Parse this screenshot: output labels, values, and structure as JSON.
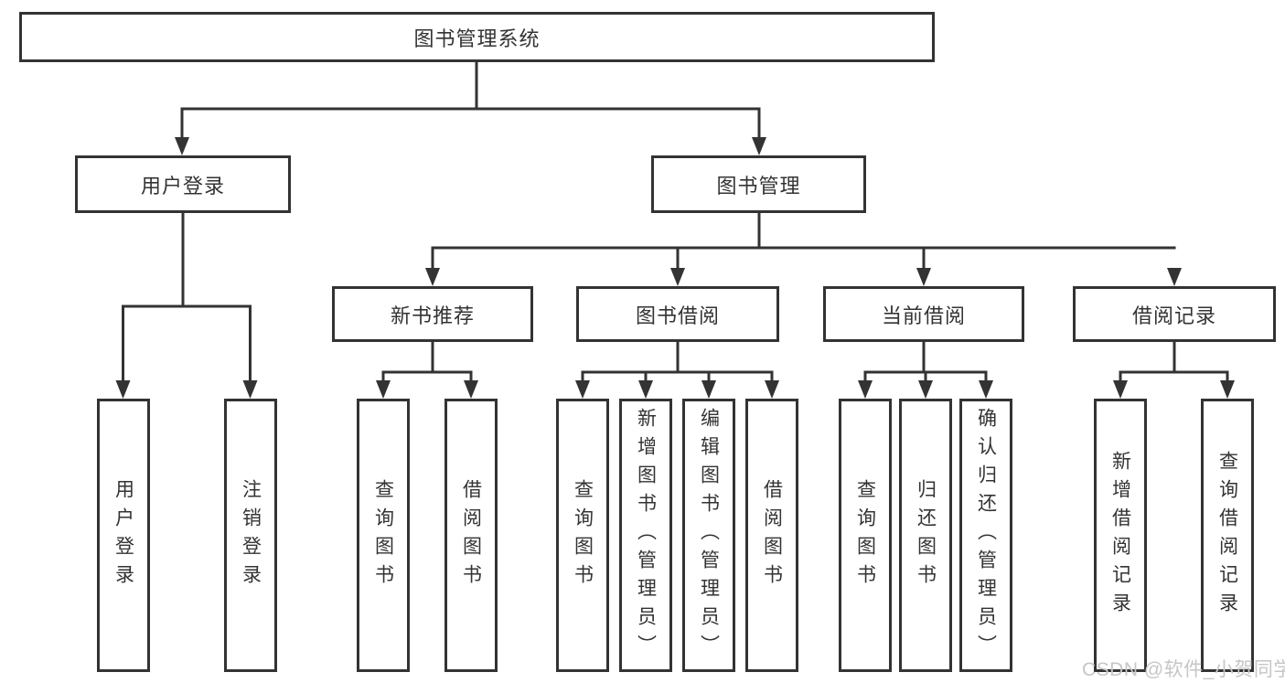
{
  "diagram": {
    "root": {
      "label": "图书管理系统",
      "children": [
        {
          "label": "用户登录",
          "children": [
            {
              "label": "用户登录"
            },
            {
              "label": "注销登录"
            }
          ]
        },
        {
          "label": "图书管理",
          "children": [
            {
              "label": "新书推荐",
              "children": [
                {
                  "label": "查询图书"
                },
                {
                  "label": "借阅图书"
                }
              ]
            },
            {
              "label": "图书借阅",
              "children": [
                {
                  "label": "查询图书"
                },
                {
                  "label": "新增图书（管理员）"
                },
                {
                  "label": "编辑图书（管理员）"
                },
                {
                  "label": "借阅图书"
                }
              ]
            },
            {
              "label": "当前借阅",
              "children": [
                {
                  "label": "查询图书"
                },
                {
                  "label": "归还图书"
                },
                {
                  "label": "确认归还（管理员）"
                }
              ]
            },
            {
              "label": "借阅记录",
              "children": [
                {
                  "label": "新增借阅记录"
                },
                {
                  "label": "查询借阅记录"
                }
              ]
            }
          ]
        }
      ]
    }
  },
  "watermark": {
    "text": "CSDN @软件_小贺同学"
  },
  "colors": {
    "line": "#333333",
    "box_border": "#333333",
    "box_fill": "#ffffff",
    "text": "#333333",
    "watermark": "#c6c6c6"
  }
}
